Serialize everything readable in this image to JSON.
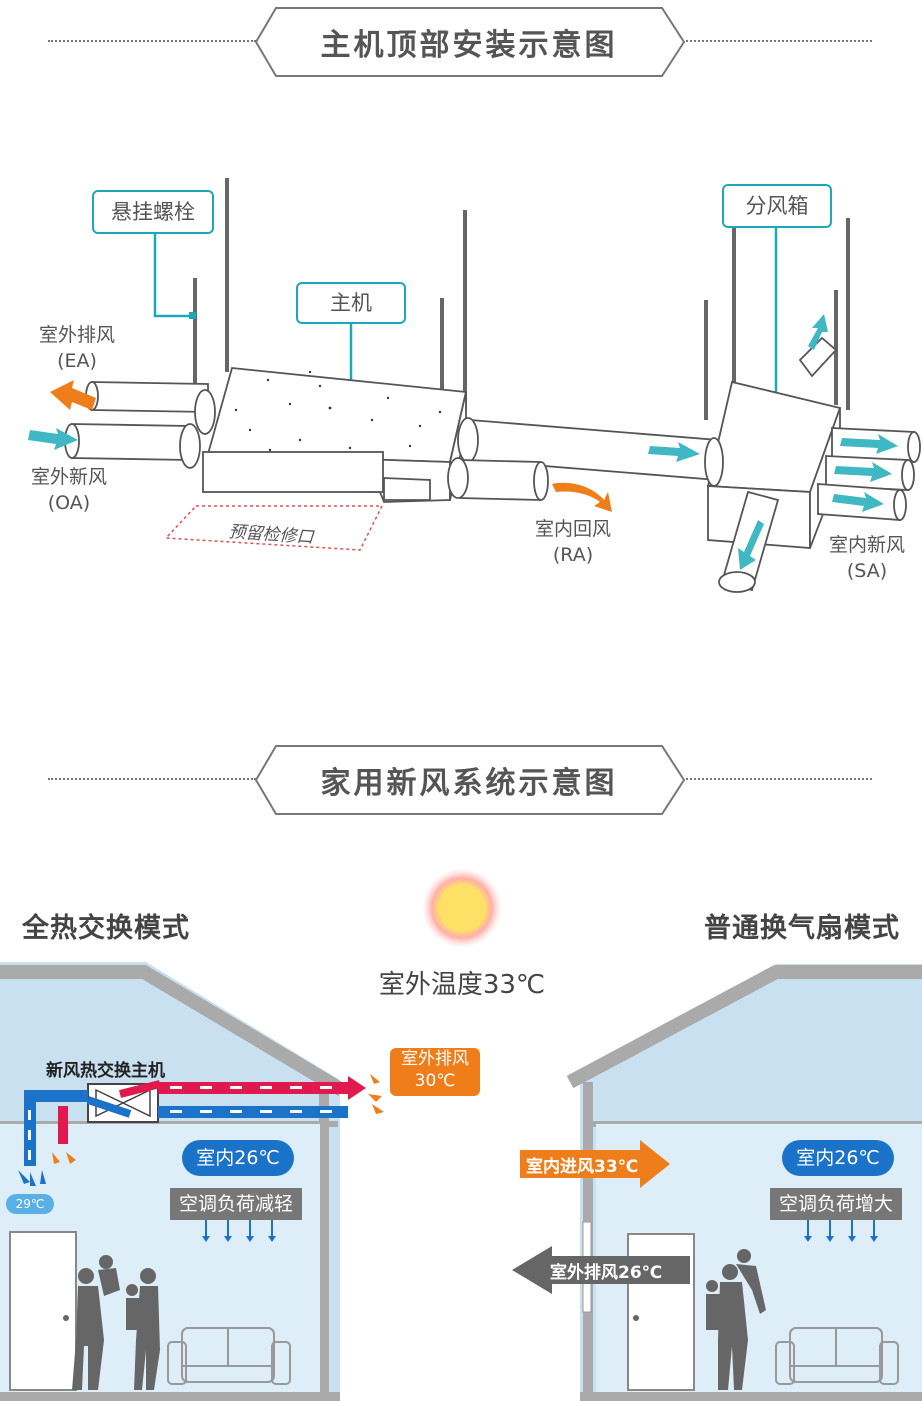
{
  "section1": {
    "title": "主机顶部安装示意图"
  },
  "callouts": {
    "bolt": "悬挂螺栓",
    "host": "主机",
    "box": "分风箱"
  },
  "labels": {
    "ea_cn": "室外排风",
    "ea_en": "(EA)",
    "oa_cn": "室外新风",
    "oa_en": "(OA)",
    "ra_cn": "室内回风",
    "ra_en": "(RA)",
    "sa_cn": "室内新风",
    "sa_en": "(SA)",
    "service": "预留检修口"
  },
  "section2": {
    "title": "家用新风系统示意图"
  },
  "left_mode": "全热交换模式",
  "right_mode": "普通换气扇模式",
  "outdoor_temp": "室外温度33℃",
  "left_house": {
    "unit_label": "新风热交换主机",
    "exhaust_label": "室外排风",
    "exhaust_temp": "30℃",
    "indoor_temp": "室内26℃",
    "load_text": "空调负荷减轻",
    "supply_temp": "29℃"
  },
  "right_house": {
    "intake_label": "室内进风33℃",
    "indoor_temp": "室内26℃",
    "load_text": "空调负荷增大",
    "exhaust_label": "室外排风26℃"
  },
  "colors": {
    "accent": "#1aa9b8",
    "orange": "#ef7d1a",
    "blue": "#1a73c9",
    "red": "#e01a4f",
    "wall": "#c8e0ef"
  }
}
